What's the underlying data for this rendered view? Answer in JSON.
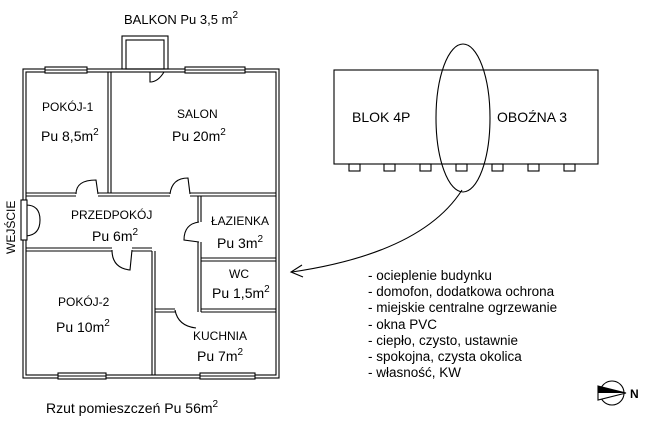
{
  "plan": {
    "balcony": {
      "name": "BALKON",
      "area": "Pu 3,5",
      "unit": "m",
      "sup": "2"
    },
    "rooms": [
      {
        "key": "pokoj1",
        "name": "POKÓJ-1",
        "area": "Pu 8,5",
        "unit": "m",
        "sup": "2"
      },
      {
        "key": "salon",
        "name": "SALON",
        "area": "Pu 20",
        "unit": "m",
        "sup": "2"
      },
      {
        "key": "przedpokoj",
        "name": "PRZEDPOKÓJ",
        "area": "Pu 6",
        "unit": "m",
        "sup": "2"
      },
      {
        "key": "lazienka",
        "name": "ŁAZIENKA",
        "area": "Pu 3",
        "unit": "m",
        "sup": "2"
      },
      {
        "key": "wc",
        "name": "WC",
        "area": "Pu 1,5",
        "unit": "m",
        "sup": "2"
      },
      {
        "key": "pokoj2",
        "name": "POKÓJ-2",
        "area": "Pu 10",
        "unit": "m",
        "sup": "2"
      },
      {
        "key": "kuchnia",
        "name": "KUCHNIA",
        "area": "Pu 7",
        "unit": "m",
        "sup": "2"
      }
    ],
    "entrance": "WEJŚCIE",
    "caption": {
      "text": "Rzut pomieszczeń  Pu 56",
      "unit": "m",
      "sup": "2"
    }
  },
  "building": {
    "left_label": "BLOK 4P",
    "right_label": "OBOŹNA 3"
  },
  "features": [
    "- ocieplenie budynku",
    "- domofon, dodatkowa ochrona",
    "- miejskie centralne ogrzewanie",
    "- okna PVC",
    "- ciepło, czysto, ustawnie",
    "- spokojna, czysta okolica",
    "- własność, KW"
  ],
  "compass": {
    "label": "N"
  }
}
